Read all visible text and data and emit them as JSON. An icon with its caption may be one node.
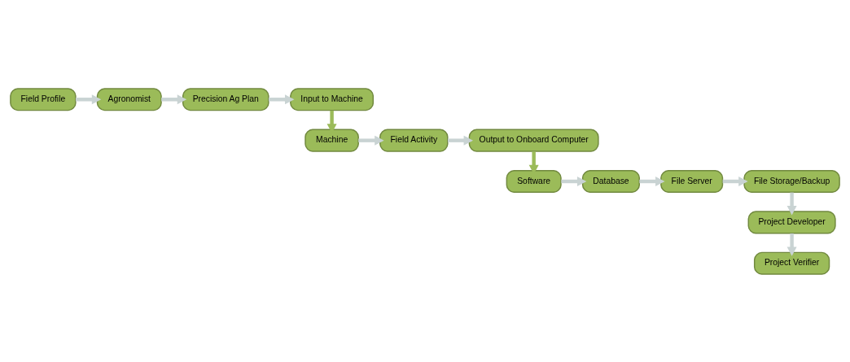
{
  "diagram": {
    "nodes": [
      {
        "text": [
          "Field Profile"
        ]
      },
      {
        "text": [
          "Agronomist"
        ]
      },
      {
        "text": [
          "Precision Ag Plan"
        ]
      },
      {
        "text": [
          "Input to Machine"
        ]
      },
      {
        "text": [
          "Machine"
        ]
      },
      {
        "text": [
          "Field Activity"
        ]
      },
      {
        "text": [
          "Output to Onboard Computer"
        ]
      },
      {
        "text": [
          "Software"
        ]
      },
      {
        "text": [
          "Database"
        ]
      },
      {
        "text": [
          "File Server"
        ]
      },
      {
        "text": [
          "File Storage/Backup"
        ]
      },
      {
        "text": [
          "Project Developer"
        ]
      },
      {
        "text": [
          "Project Verifier"
        ]
      }
    ],
    "edges": [
      {
        "from": 0,
        "to": 1,
        "arrow": "to"
      },
      {
        "from": 1,
        "to": 2,
        "arrow": "to"
      },
      {
        "from": 2,
        "to": 3,
        "arrow": "to"
      },
      {
        "from": 3,
        "to": 4,
        "arrow": "to",
        "color": "#9bbb59"
      },
      {
        "from": 4,
        "to": 5,
        "arrow": "to"
      },
      {
        "from": 5,
        "to": 6,
        "arrow": "to"
      },
      {
        "from": 6,
        "to": 7,
        "arrow": "to",
        "color": "#9bbb59"
      },
      {
        "from": 7,
        "to": 8,
        "arrow": "to"
      },
      {
        "from": 8,
        "to": 9,
        "arrow": "to"
      },
      {
        "from": 9,
        "to": 10,
        "arrow": "to"
      },
      {
        "from": 10,
        "to": 11,
        "arrow": "to"
      },
      {
        "from": 11,
        "to": 12,
        "arrow": "to"
      }
    ]
  }
}
